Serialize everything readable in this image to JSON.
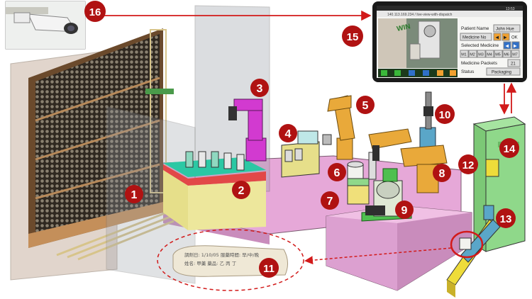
{
  "tablet": {
    "url": "140.113.169.234 / live-view-with-dispatch",
    "clock": "13:53",
    "patient_name_label": "Patient Name",
    "patient_name_value": "John Hue",
    "medicine_no_label": "Medicine No",
    "ok_label": "OK",
    "selected_medicine_label": "Selected Medicine",
    "medicine_buttons": [
      "M1",
      "M2",
      "M3",
      "M4",
      "M5",
      "M6",
      "M7"
    ],
    "medicine_packets_label": "Medicine Packets",
    "medicine_packets_value": "21",
    "status_label": "Status",
    "status_value": "Packaging",
    "camera_watermark": "WIN"
  },
  "packet": {
    "line1": "調劑日: 1/10/05 服藥時間: 早/中/晚",
    "line2": "姓名: 甲藥 藥品: 乙 丙 丁"
  },
  "callouts": [
    "1",
    "2",
    "3",
    "4",
    "5",
    "6",
    "7",
    "8",
    "9",
    "10",
    "11",
    "12",
    "13",
    "14",
    "15",
    "16"
  ],
  "colors": {
    "badge": "#b01212",
    "arrow": "#d21a1a",
    "floor": "#e6a8d8",
    "robot_magenta": "#d23ad0",
    "robot_orange": "#e9a93a",
    "cabinet_green": "#8fd88a",
    "packer_yellow": "#eedc3a"
  }
}
